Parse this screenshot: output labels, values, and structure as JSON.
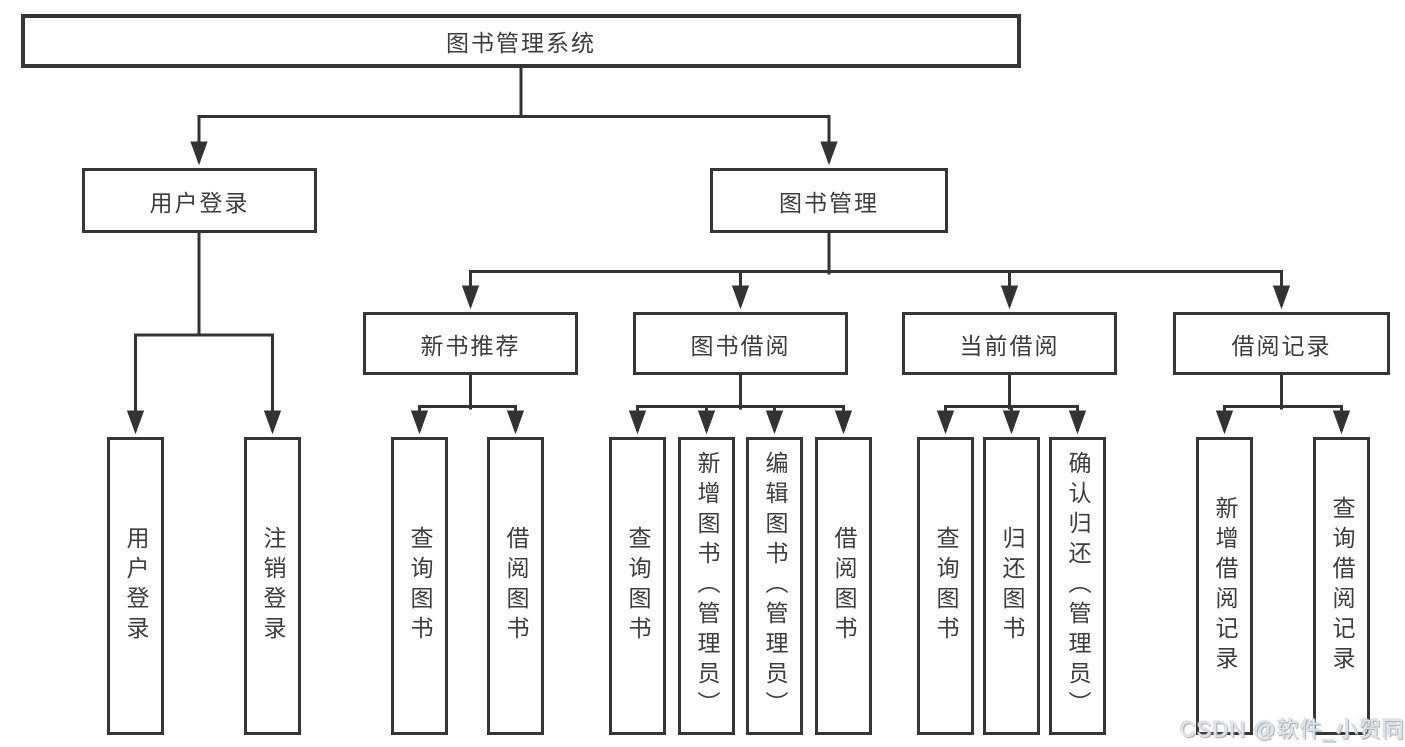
{
  "diagram": {
    "title": "图书管理系统",
    "branches": [
      {
        "label": "用户登录",
        "children": [
          {
            "label": "用户登录"
          },
          {
            "label": "注销登录"
          }
        ]
      },
      {
        "label": "图书管理",
        "children": [
          {
            "label": "新书推荐",
            "children": [
              {
                "label": "查询图书"
              },
              {
                "label": "借阅图书"
              }
            ]
          },
          {
            "label": "图书借阅",
            "children": [
              {
                "label": "查询图书"
              },
              {
                "label": "新增图书（管理员）"
              },
              {
                "label": "编辑图书（管理员）"
              },
              {
                "label": "借阅图书"
              }
            ]
          },
          {
            "label": "当前借阅",
            "children": [
              {
                "label": "查询图书"
              },
              {
                "label": "归还图书"
              },
              {
                "label": "确认归还（管理员）"
              }
            ]
          },
          {
            "label": "借阅记录",
            "children": [
              {
                "label": "新增借阅记录"
              },
              {
                "label": "查询借阅记录"
              }
            ]
          }
        ]
      }
    ]
  },
  "watermark": {
    "text": "CSDN @软件_小贺同学"
  },
  "colors": {
    "line": "#333333",
    "box_border": "#363636",
    "text": "#3d3d3d",
    "background": "#ffffff",
    "watermark": "#e3e3e3"
  }
}
